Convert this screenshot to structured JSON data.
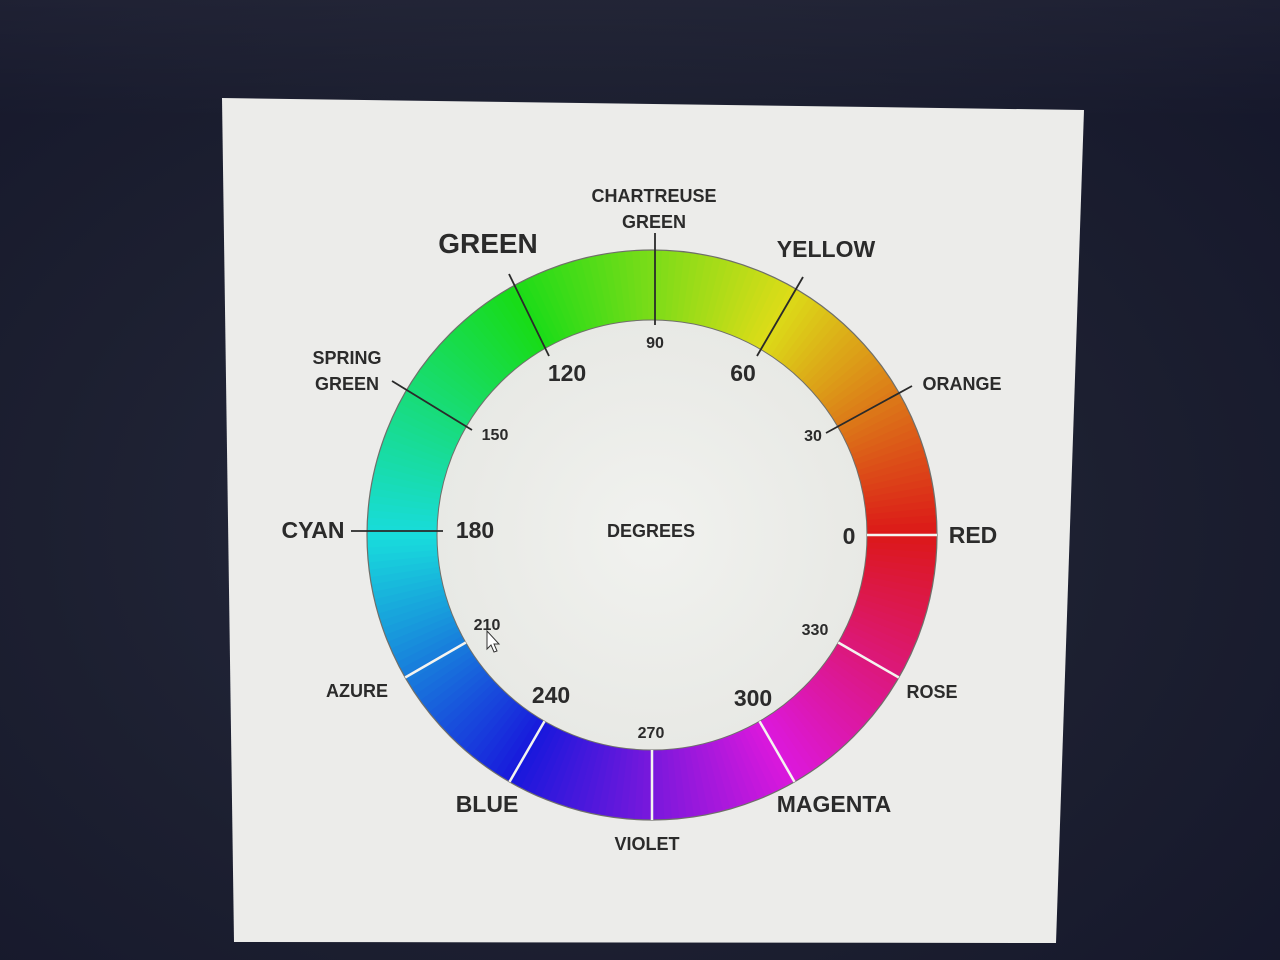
{
  "center_label": "DEGREES",
  "color_names": [
    {
      "key": "red",
      "lines": [
        "RED"
      ],
      "size": "large",
      "angle": 0
    },
    {
      "key": "orange",
      "lines": [
        "ORANGE"
      ],
      "size": "small",
      "angle": 30
    },
    {
      "key": "yellow",
      "lines": [
        "YELLOW"
      ],
      "size": "large",
      "angle": 60
    },
    {
      "key": "chartreuse-green",
      "lines": [
        "CHARTREUSE",
        "GREEN"
      ],
      "size": "small",
      "angle": 90
    },
    {
      "key": "green",
      "lines": [
        "GREEN"
      ],
      "size": "xlarge",
      "angle": 120
    },
    {
      "key": "spring-green",
      "lines": [
        "SPRING",
        "GREEN"
      ],
      "size": "small",
      "angle": 150
    },
    {
      "key": "cyan",
      "lines": [
        "CYAN"
      ],
      "size": "large",
      "angle": 180
    },
    {
      "key": "azure",
      "lines": [
        "AZURE"
      ],
      "size": "small",
      "angle": 210
    },
    {
      "key": "blue",
      "lines": [
        "BLUE"
      ],
      "size": "large",
      "angle": 240
    },
    {
      "key": "violet",
      "lines": [
        "VIOLET"
      ],
      "size": "small",
      "angle": 270
    },
    {
      "key": "magenta",
      "lines": [
        "MAGENTA"
      ],
      "size": "large",
      "angle": 300
    },
    {
      "key": "rose",
      "lines": [
        "ROSE"
      ],
      "size": "small",
      "angle": 330
    }
  ],
  "degree_labels": [
    {
      "value": "0",
      "angle": 0,
      "size": "large"
    },
    {
      "value": "30",
      "angle": 30,
      "size": "small"
    },
    {
      "value": "60",
      "angle": 60,
      "size": "large"
    },
    {
      "value": "90",
      "angle": 90,
      "size": "small"
    },
    {
      "value": "120",
      "angle": 120,
      "size": "large"
    },
    {
      "value": "150",
      "angle": 150,
      "size": "small"
    },
    {
      "value": "180",
      "angle": 180,
      "size": "large"
    },
    {
      "value": "210",
      "angle": 210,
      "size": "small"
    },
    {
      "value": "240",
      "angle": 240,
      "size": "large"
    },
    {
      "value": "270",
      "angle": 270,
      "size": "small"
    },
    {
      "value": "300",
      "angle": 300,
      "size": "large"
    },
    {
      "value": "330",
      "angle": 330,
      "size": "small"
    }
  ],
  "colors": {
    "page_background": "#181a2a",
    "panel_background": "#ececea",
    "label_text": "#2b2b2b",
    "divider": "#f4f4f0"
  }
}
